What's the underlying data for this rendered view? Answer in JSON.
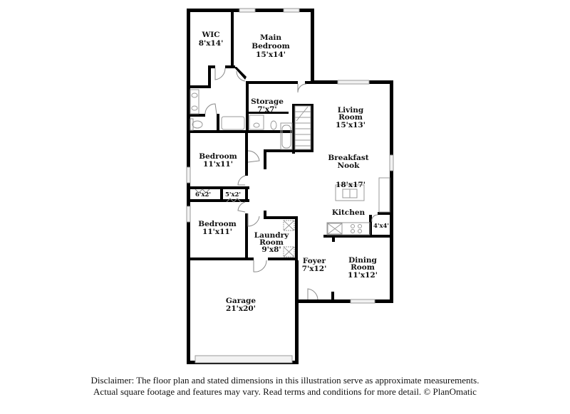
{
  "floor_plan": {
    "rooms": [
      {
        "id": "wic",
        "name": "WIC",
        "dims": "8'x14'"
      },
      {
        "id": "main-bedroom",
        "name_line1": "Main",
        "name_line2": "Bedroom",
        "dims": "15'x14'"
      },
      {
        "id": "storage",
        "name": "Storage",
        "dims": "7'x7'"
      },
      {
        "id": "living-room",
        "name_line1": "Living",
        "name_line2": "Room",
        "dims": "15'x13'"
      },
      {
        "id": "breakfast-nook",
        "name_line1": "Breakfast",
        "name_line2": "Nook"
      },
      {
        "id": "kitchen",
        "name": "Kitchen",
        "dims": "18'x17'"
      },
      {
        "id": "bedroom-1",
        "name": "Bedroom",
        "dims": "11'x11'"
      },
      {
        "id": "closet-1",
        "dims": "6'x2'"
      },
      {
        "id": "closet-2",
        "dims": "5'x2'"
      },
      {
        "id": "bedroom-2",
        "name": "Bedroom",
        "dims": "11'x11'"
      },
      {
        "id": "laundry-room",
        "name_line1": "Laundry",
        "name_line2": "Room",
        "dims": "9'x8'"
      },
      {
        "id": "pantry",
        "dims": "4'x4'"
      },
      {
        "id": "foyer",
        "name": "Foyer",
        "dims": "7'x12'"
      },
      {
        "id": "dining-room",
        "name_line1": "Dining",
        "name_line2": "Room",
        "dims": "11'x12'"
      },
      {
        "id": "garage",
        "name": "Garage",
        "dims": "21'x20'"
      }
    ]
  },
  "disclaimer": {
    "line1": "Disclaimer: The floor plan and stated dimensions in this illustration serve as approximate measurements.",
    "line2": "Actual square footage and features may vary. Read terms and conditions for more detail. © PlanOmatic"
  }
}
